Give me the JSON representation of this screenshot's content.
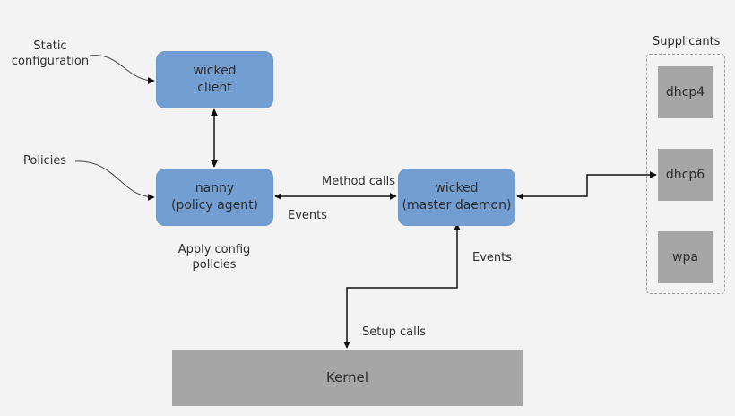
{
  "labels": {
    "static_configuration": "Static\nconfiguration",
    "policies": "Policies",
    "apply_config": "Apply config\npolicies",
    "method_calls": "Method calls",
    "events_left": "Events",
    "events_right": "Events",
    "setup_calls": "Setup calls",
    "supplicants": "Supplicants"
  },
  "nodes": {
    "wicked_client": "wicked\nclient",
    "nanny": "nanny\n(policy agent)",
    "wicked_daemon": "wicked\n(master daemon)",
    "kernel": "Kernel",
    "dhcp4": "dhcp4",
    "dhcp6": "dhcp6",
    "wpa": "wpa"
  },
  "colors": {
    "blue_box": "#739ed2",
    "gray_box": "#a6a6a6",
    "background": "#f3f3f3",
    "arrow": "#111111"
  }
}
